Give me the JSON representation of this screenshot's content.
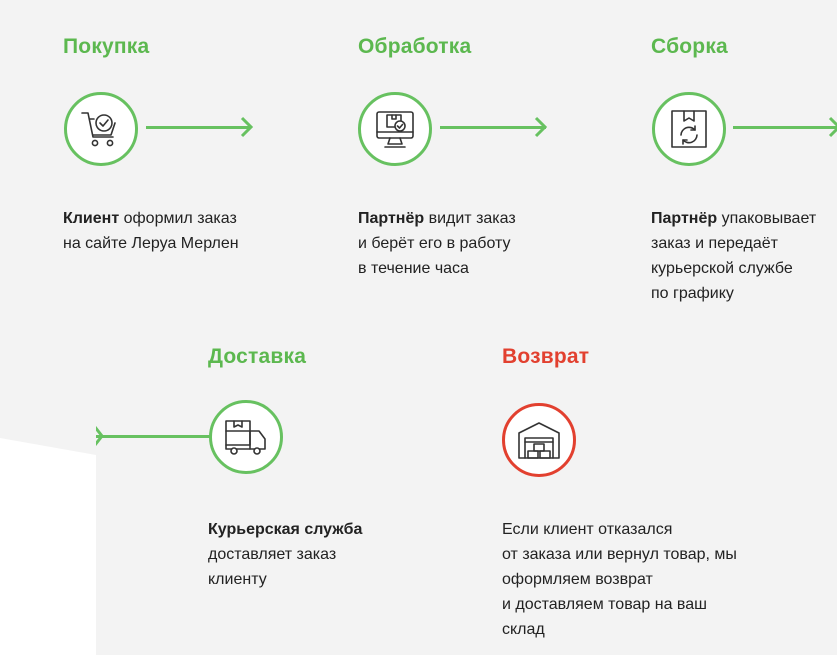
{
  "steps": [
    {
      "title": "Покупка",
      "icon": "cart-check-icon",
      "bold": "Клиент",
      "text": " оформил заказ\nна сайте Леруа Мерлен"
    },
    {
      "title": "Обработка",
      "icon": "monitor-box-icon",
      "bold": "Партнёр",
      "text": " видит заказ\nи берёт его в работу\nв течение часа"
    },
    {
      "title": "Сборка",
      "icon": "package-cycle-icon",
      "bold": "Партнёр",
      "text": " упаковывает\nзаказ и передаёт\nкурьерской службе\nпо графику"
    },
    {
      "title": "Доставка",
      "icon": "delivery-truck-icon",
      "bold": "Курьерская служба",
      "text": "\nдоставляет заказ\nклиенту"
    },
    {
      "title": "Возврат",
      "icon": "warehouse-icon",
      "bold": "",
      "text": "Если клиент отказался\nот заказа или вернул товар, мы\nоформляем возврат\nи доставляем товар на ваш\nсклад"
    }
  ],
  "colors": {
    "green": "#67c160",
    "title_green": "#5cb84f",
    "red": "#e2402f",
    "background": "#f3f3f3"
  }
}
